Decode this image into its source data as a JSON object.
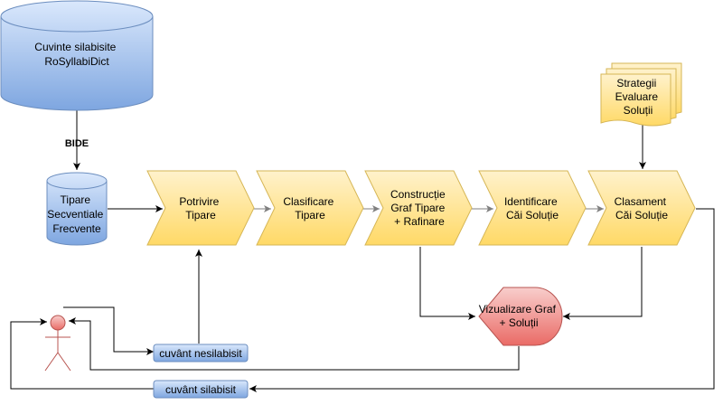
{
  "colors": {
    "blue_top": "#dae8fc",
    "blue_bottom": "#7ea6e0",
    "blue_stroke": "#6c8ebf",
    "yellow_top": "#fff2cc",
    "yellow_bottom": "#ffd966",
    "yellow_stroke": "#d6b656",
    "red_top": "#f8cecc",
    "red_bottom": "#ea6b66",
    "red_stroke": "#b85450",
    "edge": "#000000",
    "edge_gray": "#7f7f7f"
  },
  "nodes": {
    "dictionary_db": {
      "lines": [
        "Cuvinte silabisite",
        "RoSyllabiDict"
      ]
    },
    "patterns_db": {
      "lines": [
        "Tipare",
        "Secventiale",
        "Frecvente"
      ]
    },
    "strategies_doc": {
      "lines": [
        "Strategii",
        "Evaluare",
        "Soluții"
      ]
    },
    "step_match": {
      "lines": [
        "Potrivire",
        "Tipare"
      ]
    },
    "step_classify": {
      "lines": [
        "Clasificare",
        "Tipare"
      ]
    },
    "step_graph": {
      "lines": [
        "Construcție",
        "Graf Tipare",
        "+ Rafinare"
      ]
    },
    "step_identify": {
      "lines": [
        "Identificare",
        "Căi Soluție"
      ]
    },
    "step_rank": {
      "lines": [
        "Clasament",
        "Căi Soluție"
      ]
    },
    "visualization": {
      "lines": [
        "Vizualizare Graf",
        "+ Soluții"
      ]
    },
    "unsyllabified_word": {
      "label": "cuvânt nesilabisit"
    },
    "syllabified_word": {
      "label": "cuvânt silabisit"
    }
  },
  "edge_labels": {
    "bide": "BIDE"
  }
}
